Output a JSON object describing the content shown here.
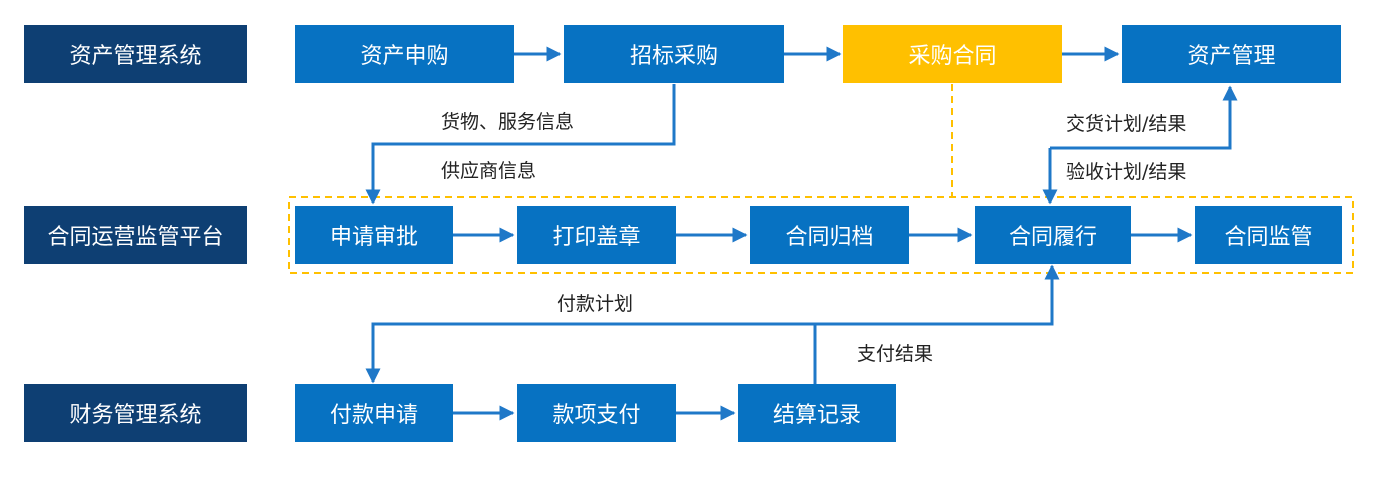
{
  "systems": [
    {
      "label": "资产管理系统"
    },
    {
      "label": "合同运营监管平台"
    },
    {
      "label": "财务管理系统"
    }
  ],
  "asset_steps": [
    {
      "label": "资产申购"
    },
    {
      "label": "招标采购"
    },
    {
      "label": "采购合同"
    },
    {
      "label": "资产管理"
    }
  ],
  "contract_steps": [
    {
      "label": "申请审批"
    },
    {
      "label": "打印盖章"
    },
    {
      "label": "合同归档"
    },
    {
      "label": "合同履行"
    },
    {
      "label": "合同监管"
    }
  ],
  "finance_steps": [
    {
      "label": "付款申请"
    },
    {
      "label": "款项支付"
    },
    {
      "label": "结算记录"
    }
  ],
  "flow_labels": {
    "goods_services": "货物、服务信息",
    "supplier": "供应商信息",
    "delivery": "交货计划/结果",
    "acceptance": "验收计划/结果",
    "payment_plan": "付款计划",
    "payment_result": "支付结果"
  },
  "colors": {
    "system": "#0e3f73",
    "step": "#0772c2",
    "highlight": "#ffc000",
    "arrow": "#1f78c8",
    "dashed": "#ffc000"
  }
}
